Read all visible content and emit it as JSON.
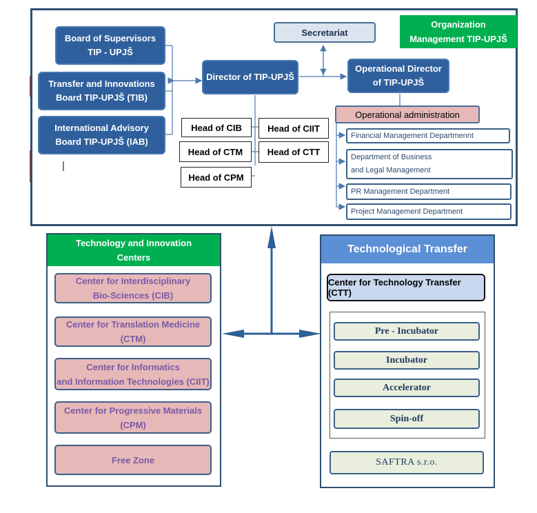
{
  "org": {
    "org_label": "Organization\nManagement TIP-UPJŠ",
    "board_supervisors": "Board of Supervisors\nTIP - UPJŠ",
    "board_tib": "Transfer and Innovations\nBoard TIP-UPJŠ  (TIB)",
    "board_iab": "International Advisory\nBoard TIP-UPJŠ (IAB)",
    "director": "Director of TIP-UPJŠ",
    "secretariat": "Secretariat",
    "op_director": "Operational Director\nof TIP-UPJŠ",
    "op_admin": "Operational administration",
    "heads": [
      "Head of CIB",
      "Head of CIIT",
      "Head of CTM",
      "Head of CTT",
      "Head of CPM"
    ],
    "departments": [
      "Financial Management Departmennt",
      "Department of Business\nand Legal Management",
      "PR Management  Department",
      "Project Management Department"
    ]
  },
  "tic": {
    "title": "Technology and Innovation\nCenters",
    "centers": [
      "Center for Interdisciplinary\nBio-Sciences (CIB)",
      "Center for Translation Medicine\n(CTM)",
      "Center for Informatics\nand Information Technologies (CIIT)",
      "Center for Progressive Materials\n(CPM)",
      "Free Zone"
    ]
  },
  "tt": {
    "title": "Technological Transfer",
    "ctt": "Center for Technology Transfer (CTT)",
    "stages": [
      "Pre - Incubator",
      "Incubator",
      "Accelerator",
      "Spin-off"
    ],
    "saftra": "SAFTRA s.r.o."
  },
  "colors": {
    "dark_blue": "#2f5f9c",
    "green": "#00b050",
    "pink": "#e6b8b8",
    "frame": "#2e5070",
    "light_blue_header": "#5b8fd6"
  }
}
